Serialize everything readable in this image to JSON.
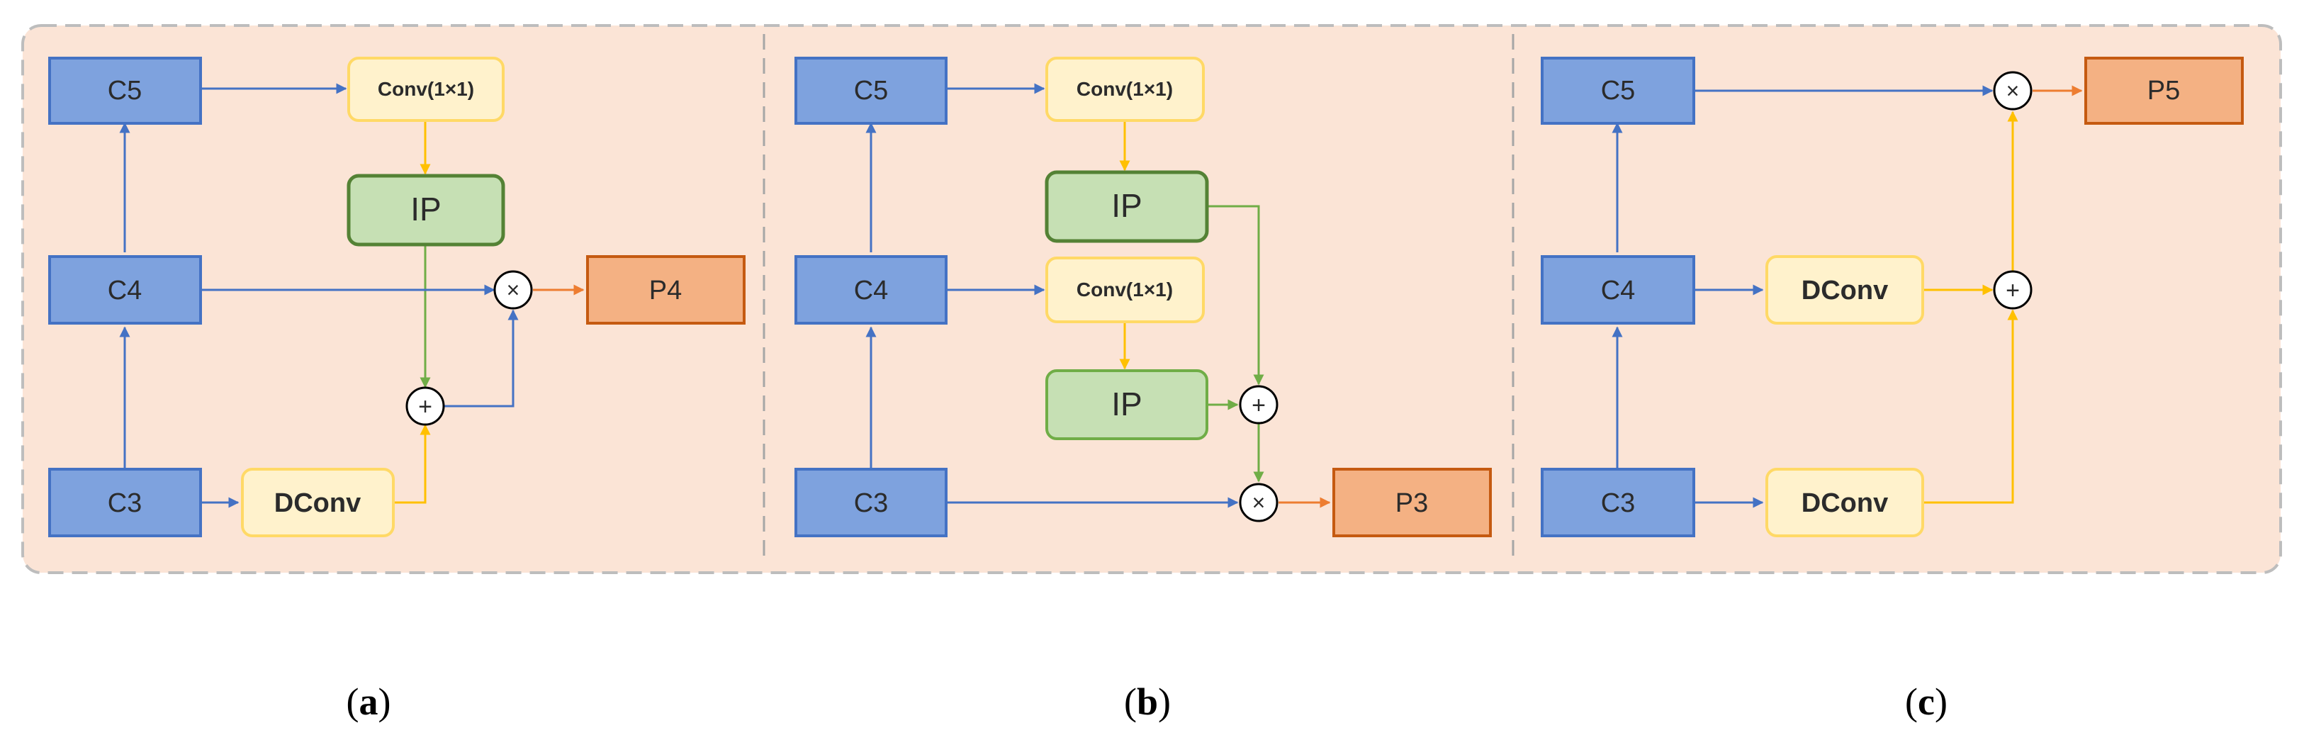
{
  "colors": {
    "panel_fill": "#fbe4d6",
    "panel_border": "#bdbdbd",
    "feature_fill": "#7ea2de",
    "feature_border": "#4472c4",
    "conv_fill": "#fff2cc",
    "conv_border": "#ffd966",
    "ip_fill": "#c6e0b4",
    "ip_border": "#548235",
    "output_fill": "#f4b183",
    "output_border": "#c55a11",
    "arrow_blue": "#4472c4",
    "arrow_yellow": "#ffc000",
    "arrow_green": "#70ad47",
    "arrow_orange": "#ed7d31"
  },
  "panels": [
    {
      "caption_letter": "a",
      "boxes": {
        "c5": "C5",
        "c4": "C4",
        "c3": "C3",
        "conv": "Conv(1×1)",
        "ip": "IP",
        "dconv": "DConv",
        "out": "P4"
      },
      "ops": {
        "add": "+",
        "mul": "×"
      }
    },
    {
      "caption_letter": "b",
      "boxes": {
        "c5": "C5",
        "c4": "C4",
        "c3": "C3",
        "conv1": "Conv(1×1)",
        "ip1": "IP",
        "conv2": "Conv(1×1)",
        "ip2": "IP",
        "out": "P3"
      },
      "ops": {
        "add": "+",
        "mul": "×"
      }
    },
    {
      "caption_letter": "c",
      "boxes": {
        "c5": "C5",
        "c4": "C4",
        "c3": "C3",
        "dconv1": "DConv",
        "dconv2": "DConv",
        "out": "P5"
      },
      "ops": {
        "add": "+",
        "mul": "×"
      }
    }
  ]
}
